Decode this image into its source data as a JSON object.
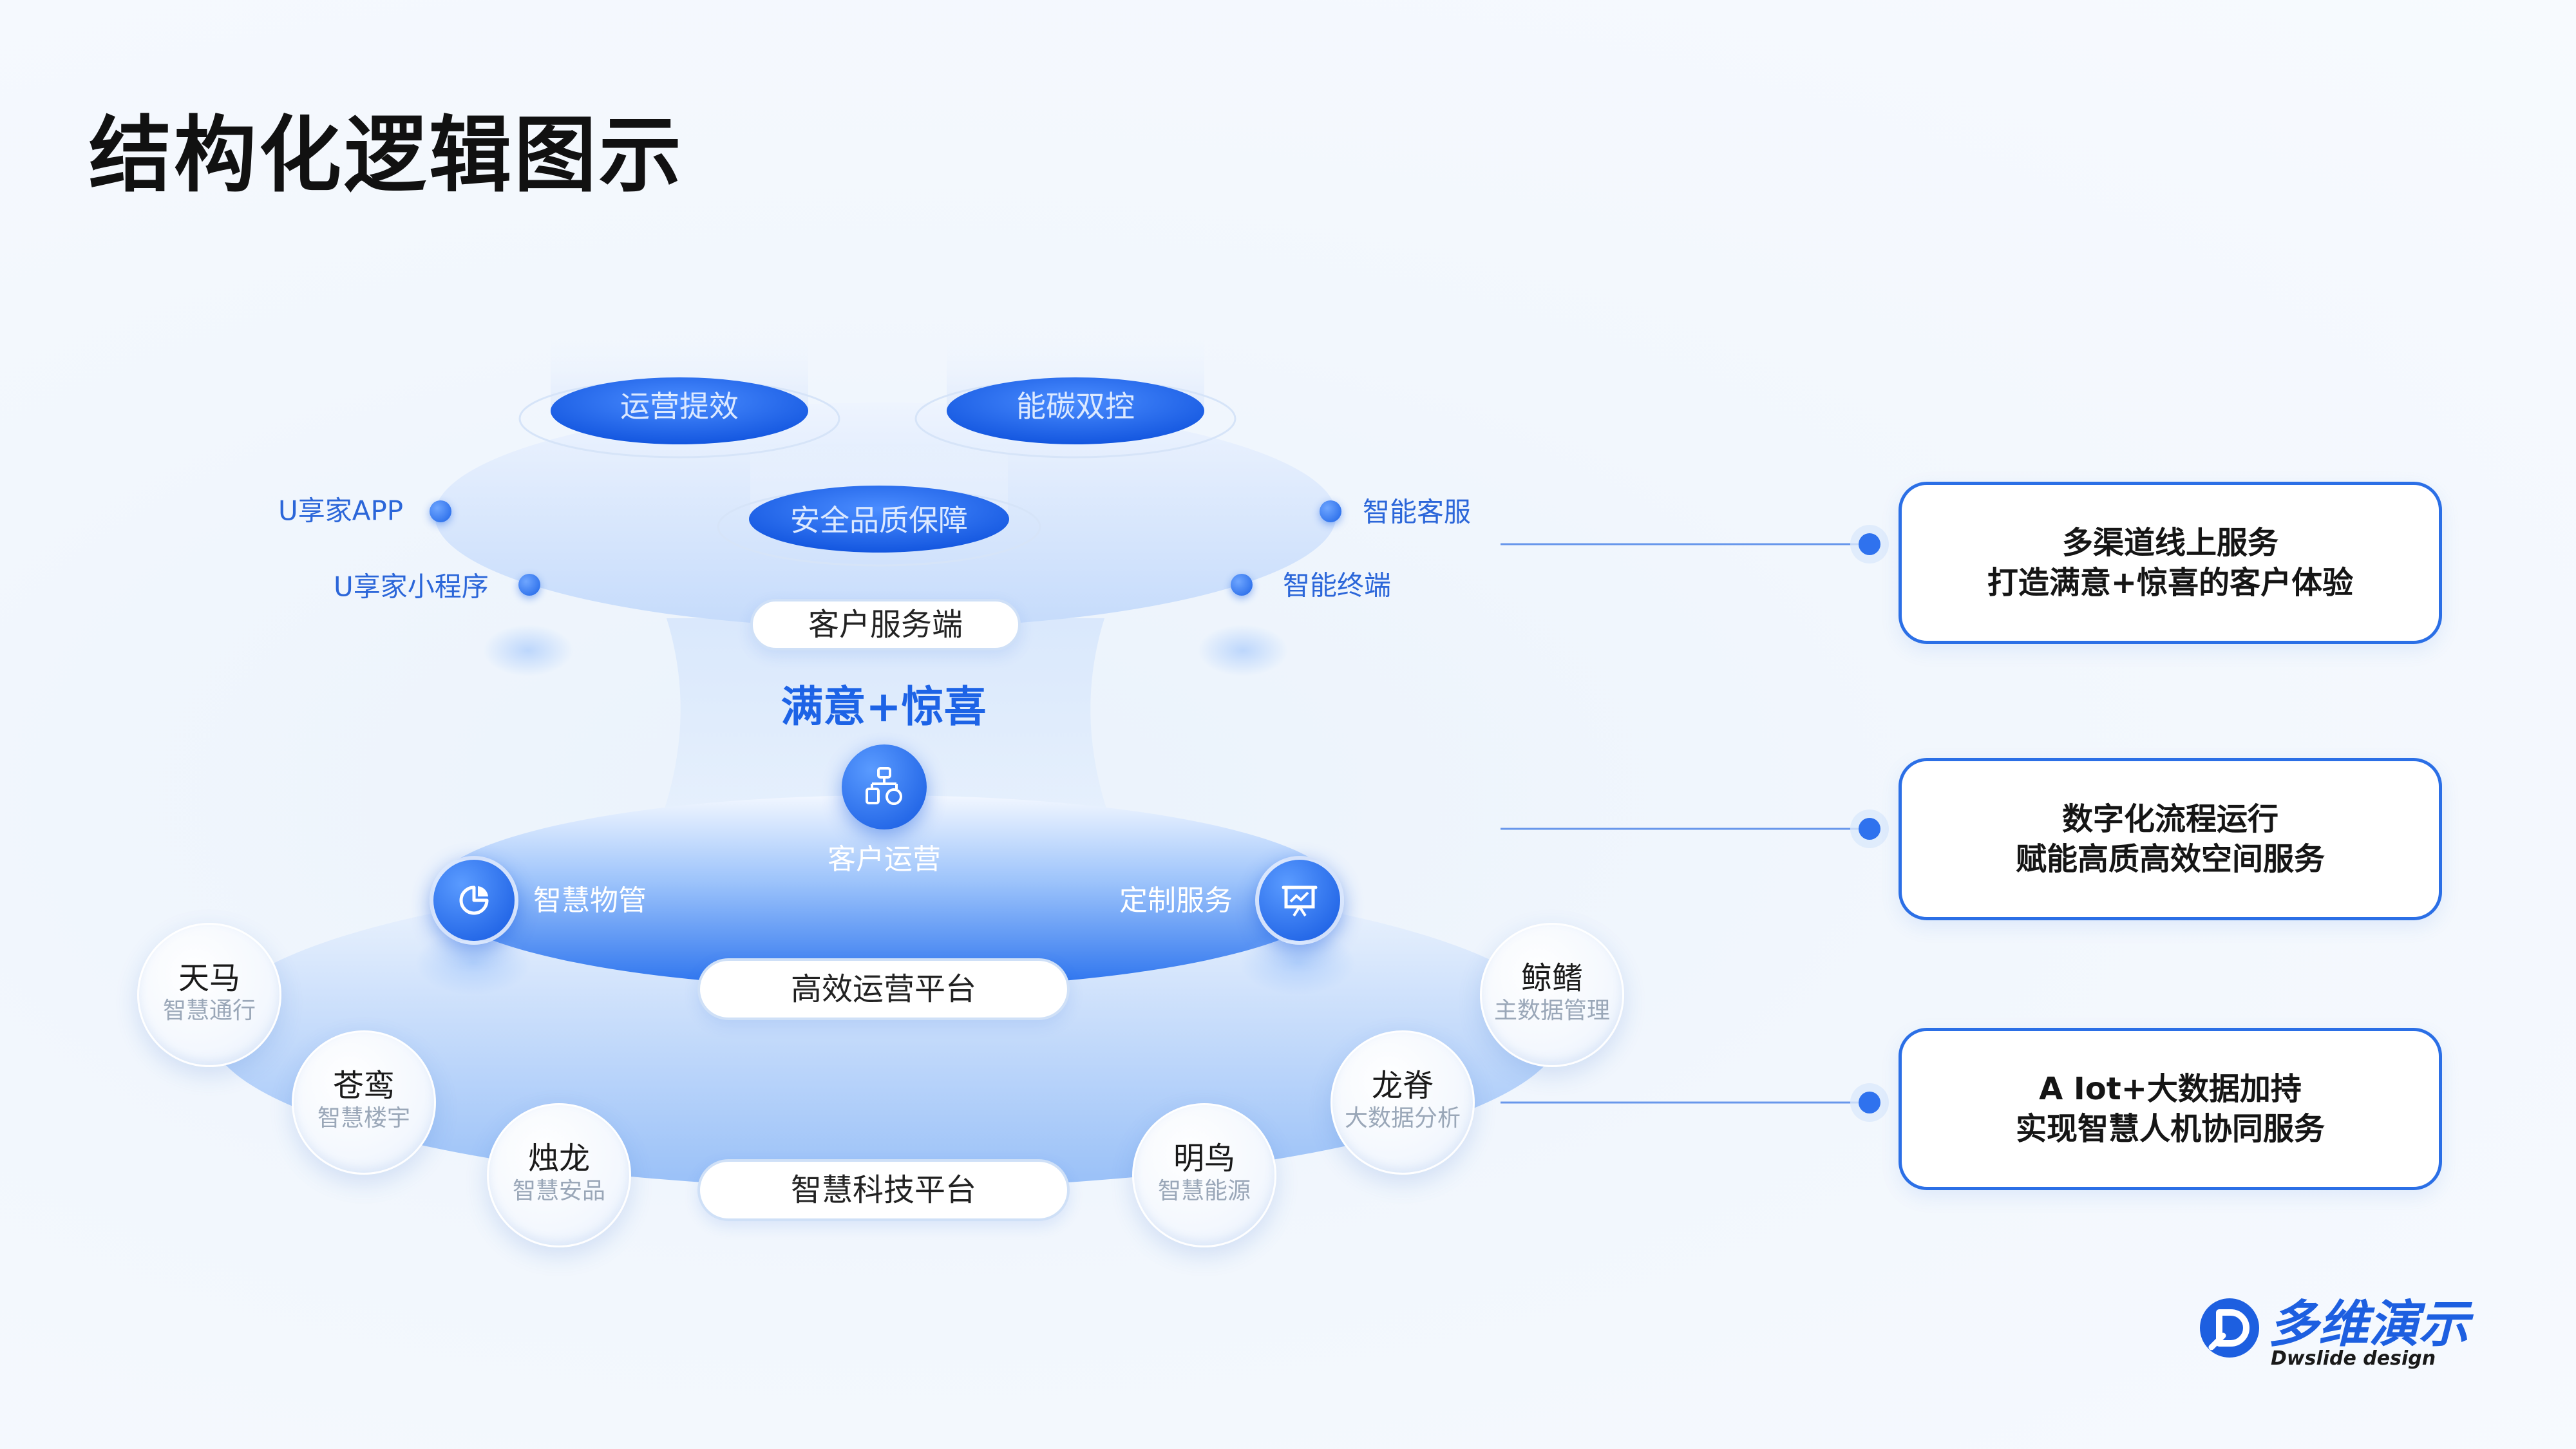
{
  "title": "结构化逻辑图示",
  "top_pillars": [
    {
      "label": "运营提效"
    },
    {
      "label": "能碳双控"
    },
    {
      "label": "安全品质保障"
    }
  ],
  "customer_service": {
    "label": "客户服务端",
    "channels_left": [
      "U享家APP",
      "U享家小程序"
    ],
    "channels_right": [
      "智能客服",
      "智能终端"
    ]
  },
  "center_label": "满意+惊喜",
  "operations": {
    "center_icon": "operations-network-icon",
    "center_label": "客户运营",
    "left_label": "智慧物管",
    "left_icon": "pie-chart-icon",
    "right_label": "定制服务",
    "right_icon": "presentation-board-icon",
    "platform_label": "高效运营平台"
  },
  "tech_platform": {
    "label": "智慧科技平台",
    "systems": [
      {
        "name": "天马",
        "sub": "智慧通行"
      },
      {
        "name": "苍鸾",
        "sub": "智慧楼宇"
      },
      {
        "name": "烛龙",
        "sub": "智慧安品"
      },
      {
        "name": "明鸟",
        "sub": "智慧能源"
      },
      {
        "name": "龙脊",
        "sub": "大数据分析"
      },
      {
        "name": "鲸鳍",
        "sub": "主数据管理"
      }
    ]
  },
  "cards": [
    {
      "line1": "多渠道线上服务",
      "line2": "打造满意+惊喜的客户体验"
    },
    {
      "line1": "数字化流程运行",
      "line2": "赋能高质高效空间服务"
    },
    {
      "line1": "A Iot+大数据加持",
      "line2": "实现智慧人机协同服务"
    }
  ],
  "logo": {
    "main": "多维演示",
    "sub": "Dwslide design",
    "icon": "dwslide-logo-icon"
  },
  "colors": {
    "accent": "#1d63e6",
    "card_border": "#2b6fe6",
    "title": "#111111"
  }
}
